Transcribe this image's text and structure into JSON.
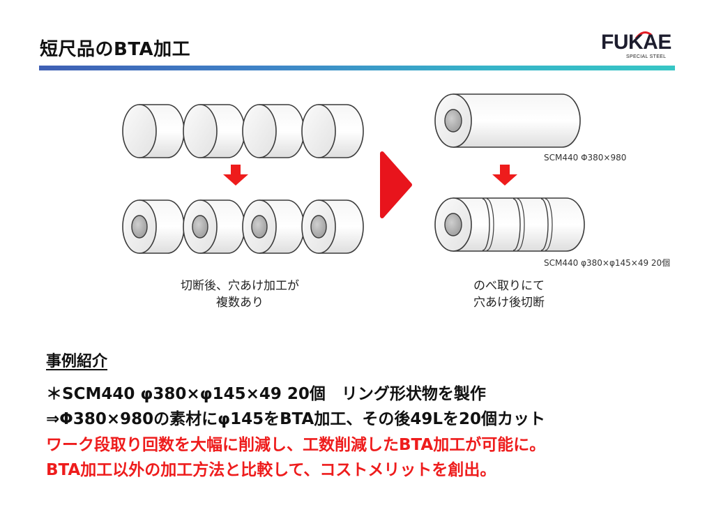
{
  "header": {
    "title": "短尺品のBTA加工",
    "logo_text": "FUKAE",
    "logo_subtext": "SPECIAL STEEL"
  },
  "diagram": {
    "spec_top": "SCM440 Φ380×980",
    "spec_bottom": "SCM440 φ380×φ145×49 20個",
    "left_caption_line1": "切断後、穴あけ加工が",
    "left_caption_line2": "複数あり",
    "right_caption_line1": "のべ取りにて",
    "right_caption_line2": "穴あけ後切断"
  },
  "case": {
    "heading": "事例紹介",
    "line1": "＊SCM440 φ380×φ145×49 20個　リング形状物を製作",
    "line2": "⇒Φ380×980の素材にφ145をBTA加工、その後49Lを20個カット",
    "line3": "ワーク段取り回数を大幅に削減し、工数削減したBTA加工が可能に。",
    "line4": "BTA加工以外の加工方法と比較して、コストメリットを創出。"
  },
  "colors": {
    "accent_red": "#ee1c1c",
    "rule_blue": "#3f5fb4",
    "rule_teal": "#37c6c5"
  }
}
